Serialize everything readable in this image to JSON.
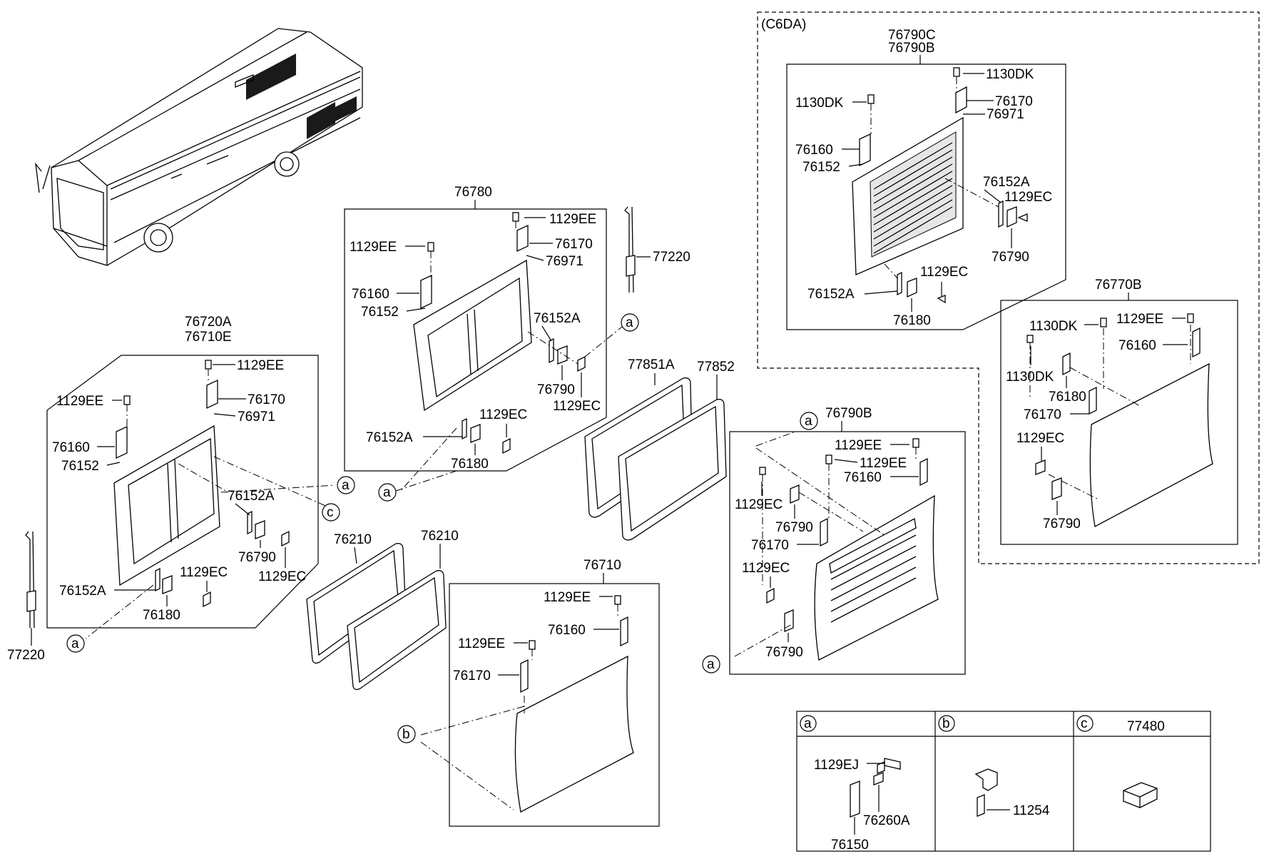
{
  "labels": {
    "c6da": "(C6DA)",
    "p76790C": "76790C",
    "p76790B": "76790B",
    "p1130DK": "1130DK",
    "p76170": "76170",
    "p76971": "76971",
    "p76160": "76160",
    "p76152": "76152",
    "p76152A": "76152A",
    "p1129EC": "1129EC",
    "p76790": "76790",
    "p76180": "76180",
    "p76770B": "76770B",
    "p1129EE": "1129EE",
    "p76780": "76780",
    "p77220": "77220",
    "p76720A": "76720A",
    "p76710E": "76710E",
    "p77851A": "77851A",
    "p77852": "77852",
    "p76210": "76210",
    "p76710": "76710",
    "p1129EJ": "1129EJ",
    "p76260A": "76260A",
    "p76150": "76150",
    "p11254": "11254",
    "p77480": "77480",
    "ref_a": "a",
    "ref_b": "b",
    "ref_c": "c"
  }
}
